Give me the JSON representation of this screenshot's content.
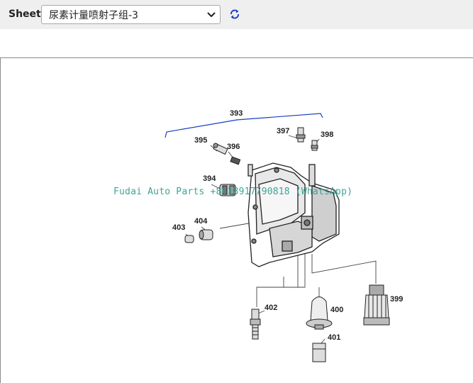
{
  "toolbar": {
    "sheet_label": "Sheet",
    "sheet_value": "尿素计量喷射子组-3"
  },
  "icons": {
    "dropdown": "chevron-down-icon",
    "refresh": "refresh-icon"
  },
  "diagram": {
    "watermark": "Fudai Auto Parts +8618917790818 (WhatsApp)",
    "callouts": [
      "393",
      "395",
      "396",
      "397",
      "398",
      "394",
      "404",
      "403",
      "402",
      "400",
      "399",
      "401"
    ]
  },
  "colors": {
    "accent_blue": "#1a3fc4",
    "watermark": "#2a9a8a"
  }
}
